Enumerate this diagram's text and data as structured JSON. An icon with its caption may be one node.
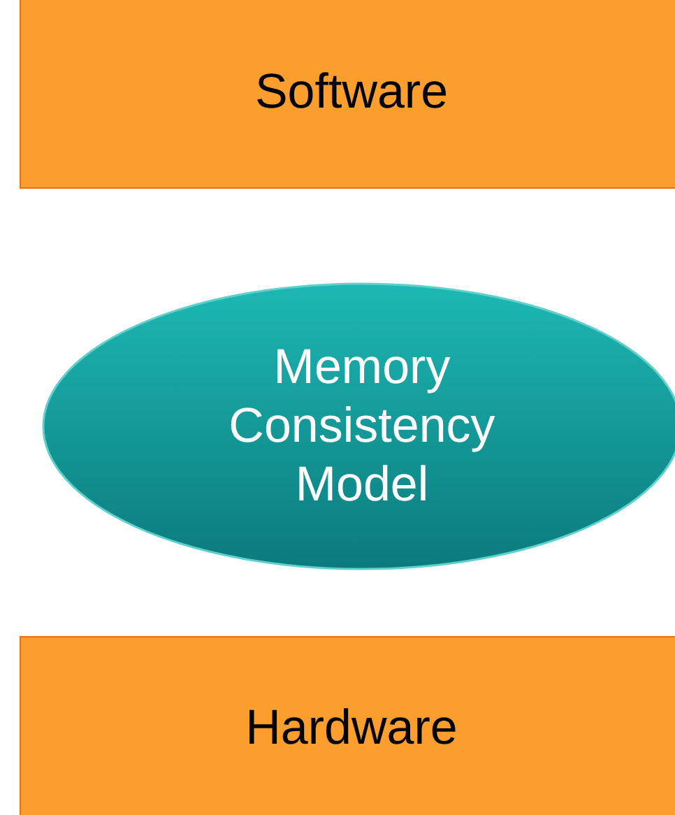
{
  "diagram": {
    "nodes": [
      {
        "text": [
          "Software"
        ]
      },
      {
        "text": [
          "Memory Consistency Model"
        ]
      },
      {
        "text": [
          "Hardware"
        ]
      }
    ]
  }
}
